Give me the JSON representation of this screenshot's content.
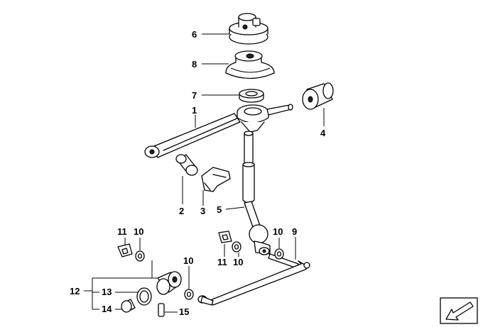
{
  "callouts": {
    "c1": "1",
    "c2": "2",
    "c3": "3",
    "c4": "4",
    "c5": "5",
    "c6": "6",
    "c7": "7",
    "c8": "8",
    "c9": "9",
    "c10a": "10",
    "c10b": "10",
    "c10c": "10",
    "c10d": "10",
    "c11a": "11",
    "c11b": "11",
    "c12": "12",
    "c13": "13",
    "c14": "14",
    "c15": "15"
  },
  "icons": {
    "direction_arrow": "arrow-icon"
  }
}
